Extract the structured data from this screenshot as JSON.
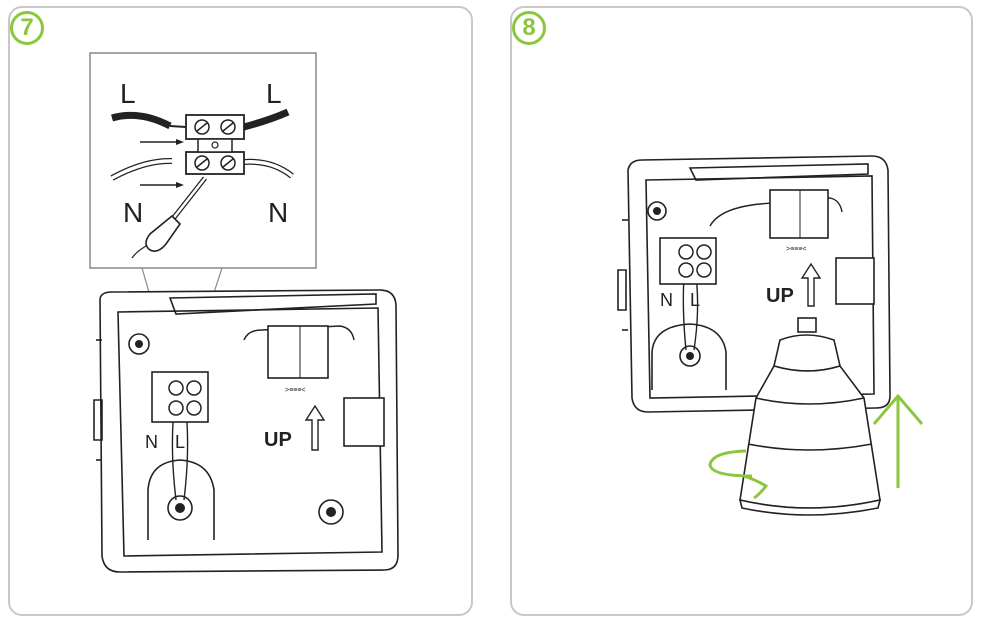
{
  "steps": [
    {
      "number": "7",
      "inset": {
        "top_left": "L",
        "top_right": "L",
        "bottom_left": "N",
        "bottom_right": "N"
      },
      "box": {
        "label_n": "N",
        "label_l": "L",
        "up_label": "UP"
      }
    },
    {
      "number": "8",
      "box": {
        "label_n": "N",
        "label_l": "L",
        "up_label": "UP"
      }
    }
  ],
  "colors": {
    "accent_green": "#8cc63f",
    "line": "#222222",
    "panel_border": "#c8c8c8"
  }
}
